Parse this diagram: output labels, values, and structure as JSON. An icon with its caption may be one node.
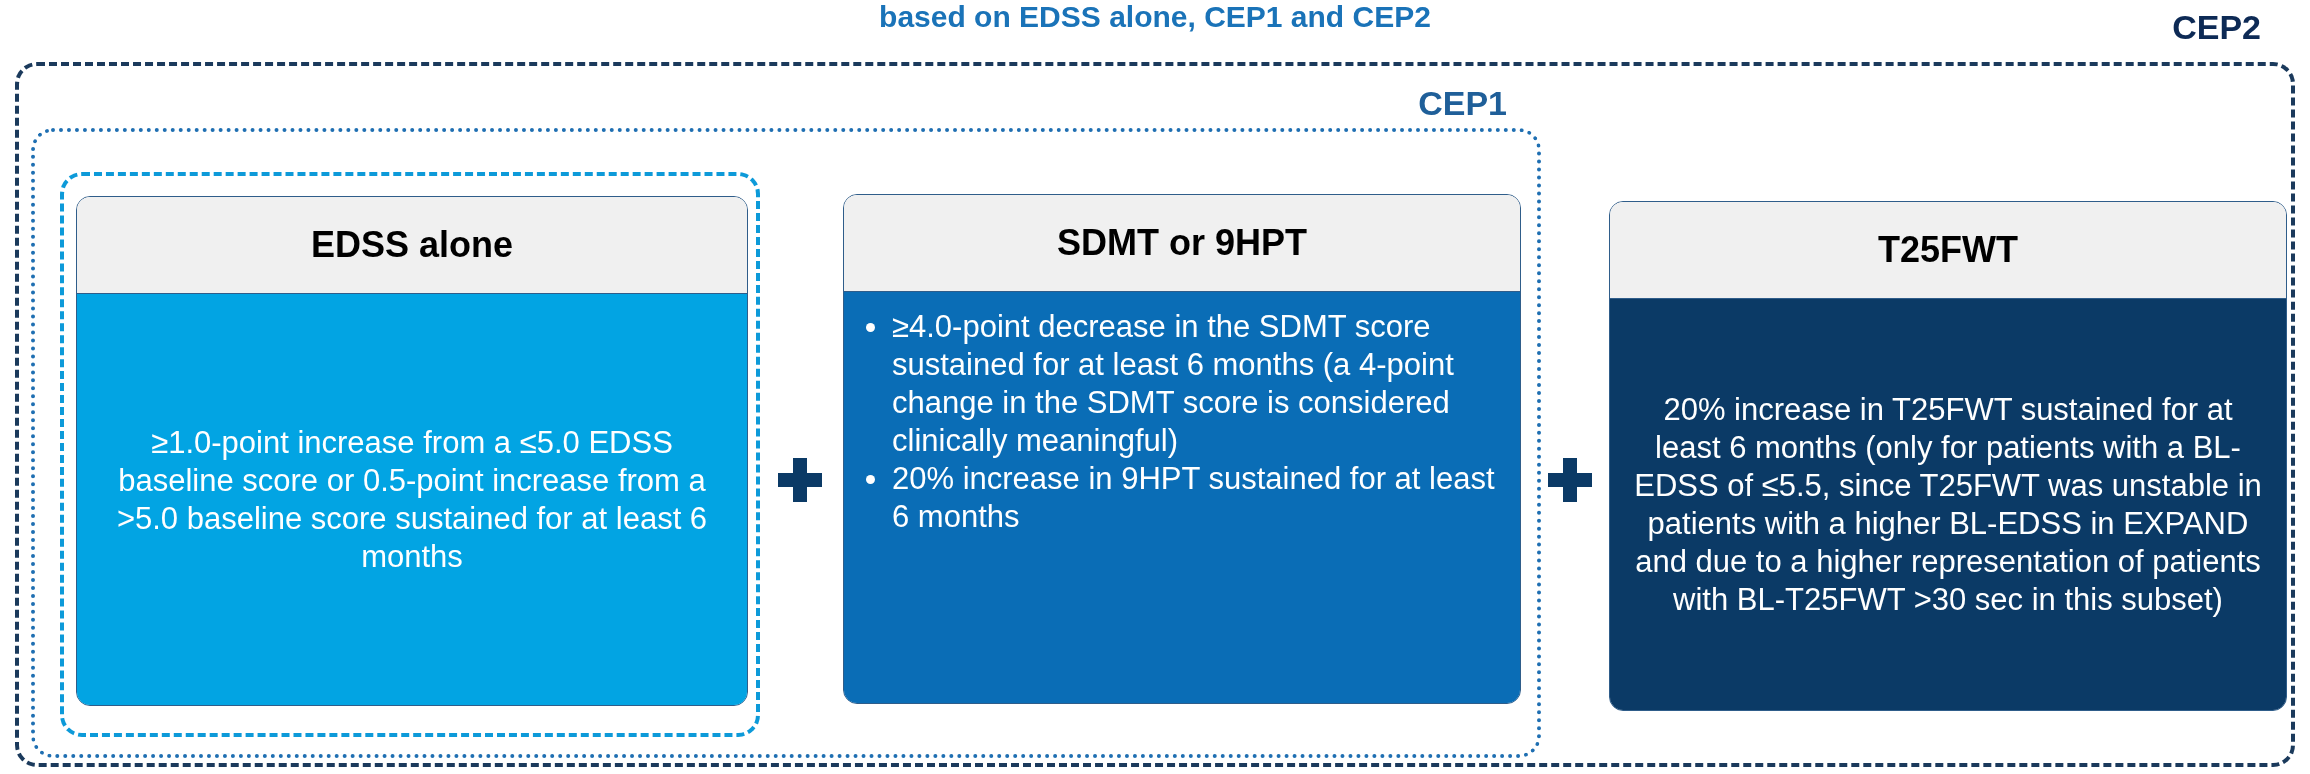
{
  "diagram": {
    "title": "based on EDSS alone, CEP1 and CEP2",
    "nodes": [
      {
        "text": [
          "CEP2"
        ]
      },
      {
        "text": [
          "CEP1"
        ],
        "in": 0
      },
      {
        "text": [],
        "shape": "box",
        "in": 1
      },
      {
        "text": [
          "EDSS alone",
          "≥1.0-point increase from a ≤5.0 EDSS baseline score or 0.5-point increase from a >5.0 baseline score sustained for at least 6 months"
        ],
        "in": 2
      },
      {
        "text": [
          "SDMT or 9HPT",
          "≥4.0-point decrease in the SDMT score sustained for at least 6 months (a 4-point change in the SDMT score is considered clinically meaningful)",
          "20% increase in 9HPT sustained for at least 6 months"
        ],
        "in": 1
      },
      {
        "text": [
          "T25FWT",
          "20% increase in T25FWT sustained for at least 6 months (only for patients with a BL-EDSS of ≤5.5, since T25FWT was unstable in patients with a higher BL-EDSS in EXPAND  and due to a higher representation of patients with BL-T25FWT >30 sec in this subset)"
        ],
        "in": 0
      }
    ]
  }
}
